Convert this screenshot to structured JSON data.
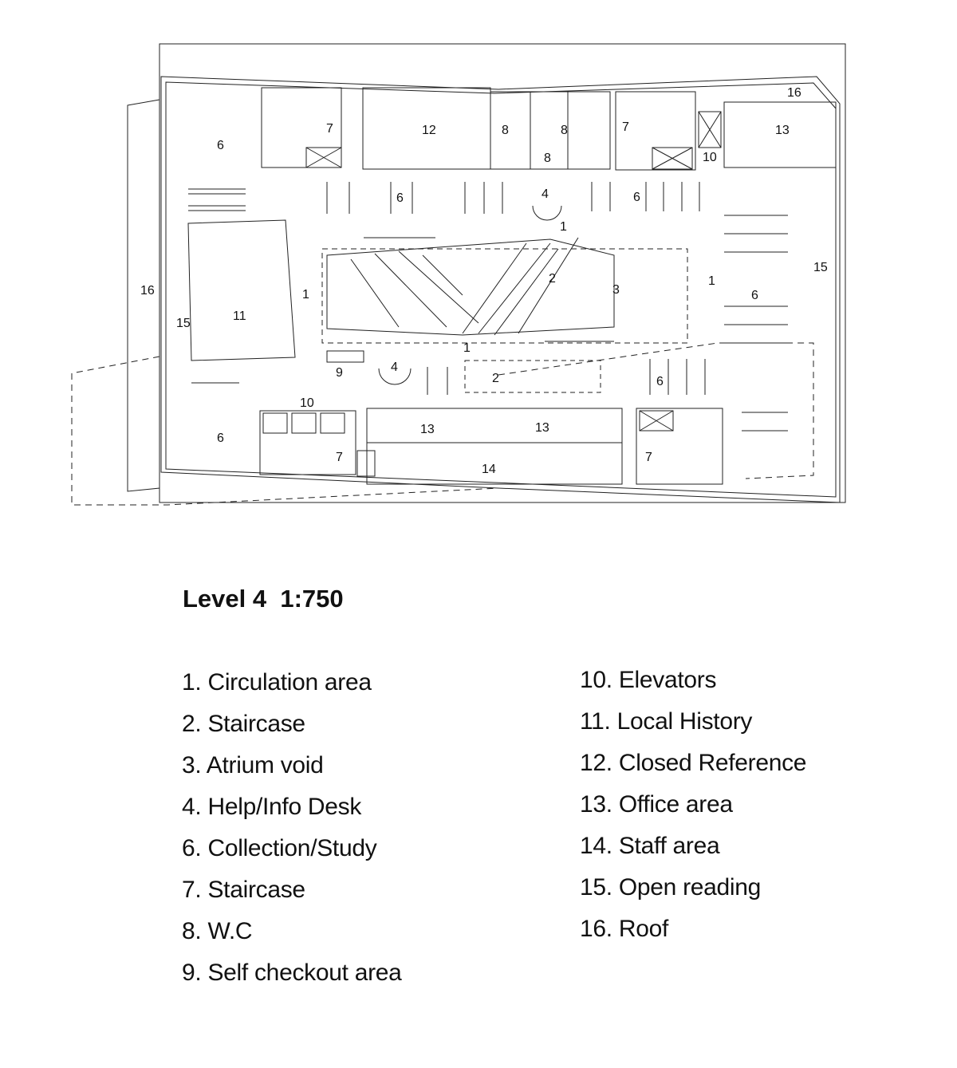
{
  "plan": {
    "room_labels": [
      {
        "id": "r16a",
        "text": "16"
      },
      {
        "id": "r13a",
        "text": "13"
      },
      {
        "id": "r10a",
        "text": "10"
      },
      {
        "id": "r7a",
        "text": "7"
      },
      {
        "id": "r12",
        "text": "12"
      },
      {
        "id": "r8a",
        "text": "8"
      },
      {
        "id": "r8b",
        "text": "8"
      },
      {
        "id": "r8c",
        "text": "8"
      },
      {
        "id": "r7b",
        "text": "7"
      },
      {
        "id": "r6a",
        "text": "6"
      },
      {
        "id": "r6b",
        "text": "6"
      },
      {
        "id": "r4a",
        "text": "4"
      },
      {
        "id": "r6c",
        "text": "6"
      },
      {
        "id": "r1a",
        "text": "1"
      },
      {
        "id": "r15a",
        "text": "15"
      },
      {
        "id": "r16b",
        "text": "16"
      },
      {
        "id": "r1b",
        "text": "1"
      },
      {
        "id": "r11",
        "text": "11"
      },
      {
        "id": "r15b",
        "text": "15"
      },
      {
        "id": "r2a",
        "text": "2"
      },
      {
        "id": "r3",
        "text": "3"
      },
      {
        "id": "r1c",
        "text": "1"
      },
      {
        "id": "r6d",
        "text": "6"
      },
      {
        "id": "r1d",
        "text": "1"
      },
      {
        "id": "r9",
        "text": "9"
      },
      {
        "id": "r4b",
        "text": "4"
      },
      {
        "id": "r2b",
        "text": "2"
      },
      {
        "id": "r6e",
        "text": "6"
      },
      {
        "id": "r10b",
        "text": "10"
      },
      {
        "id": "r6f",
        "text": "6"
      },
      {
        "id": "r13b",
        "text": "13"
      },
      {
        "id": "r13c",
        "text": "13"
      },
      {
        "id": "r7c",
        "text": "7"
      },
      {
        "id": "r14",
        "text": "14"
      },
      {
        "id": "r7d",
        "text": "7"
      }
    ]
  },
  "title": "Level 4  1:750",
  "legend_left": [
    "1. Circulation area",
    "2. Staircase",
    "3. Atrium void",
    "4. Help/Info Desk",
    "6. Collection/Study",
    "7. Staircase",
    "8. W.C",
    "9. Self checkout area"
  ],
  "legend_right": [
    "10. Elevators",
    "11. Local History",
    "12. Closed Reference",
    "13. Office area",
    "14. Staff area",
    "15. Open reading",
    "16. Roof"
  ]
}
